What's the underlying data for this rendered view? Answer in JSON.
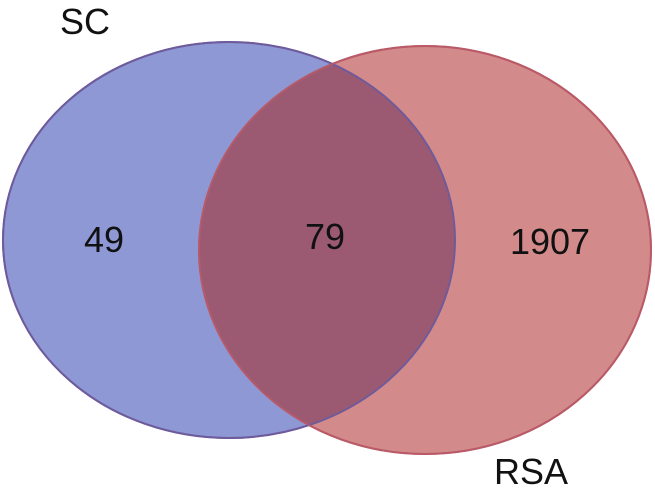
{
  "sets": [
    {
      "name": "SC",
      "fill_color": "#8d98d5",
      "stroke_color": "#6f79c3"
    },
    {
      "name": "RSA",
      "fill_color": "#d38a8b",
      "stroke_color": "#c2595e"
    }
  ],
  "overlap_color": "#9b5a72",
  "regions": {
    "sc_only": "49",
    "both": "79",
    "rsa_only": "1907"
  }
}
